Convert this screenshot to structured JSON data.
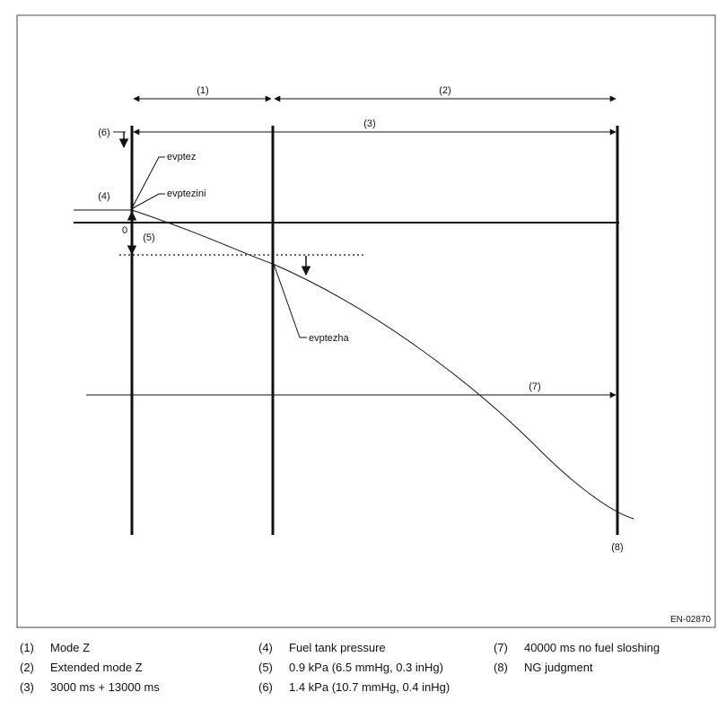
{
  "diagram": {
    "figure_id": "EN-02870",
    "callouts": {
      "c1": "(1)",
      "c2": "(2)",
      "c3": "(3)",
      "c4": "(4)",
      "c5": "(5)",
      "c6": "(6)",
      "c7": "(7)",
      "c8": "(8)"
    },
    "labels": {
      "evptez": "evptez",
      "evptezini": "evptezini",
      "evptezha": "evptezha",
      "zero": "0"
    }
  },
  "legend": [
    {
      "num": "(1)",
      "text": "Mode Z"
    },
    {
      "num": "(2)",
      "text": "Extended mode Z"
    },
    {
      "num": "(3)",
      "text": "3000 ms + 13000 ms"
    },
    {
      "num": "(4)",
      "text": "Fuel tank pressure"
    },
    {
      "num": "(5)",
      "text": "0.9 kPa (6.5 mmHg, 0.3 inHg)"
    },
    {
      "num": "(6)",
      "text": "1.4 kPa (10.7 mmHg, 0.4 inHg)"
    },
    {
      "num": "(7)",
      "text": "40000 ms no fuel sloshing"
    },
    {
      "num": "(8)",
      "text": "NG judgment"
    }
  ]
}
